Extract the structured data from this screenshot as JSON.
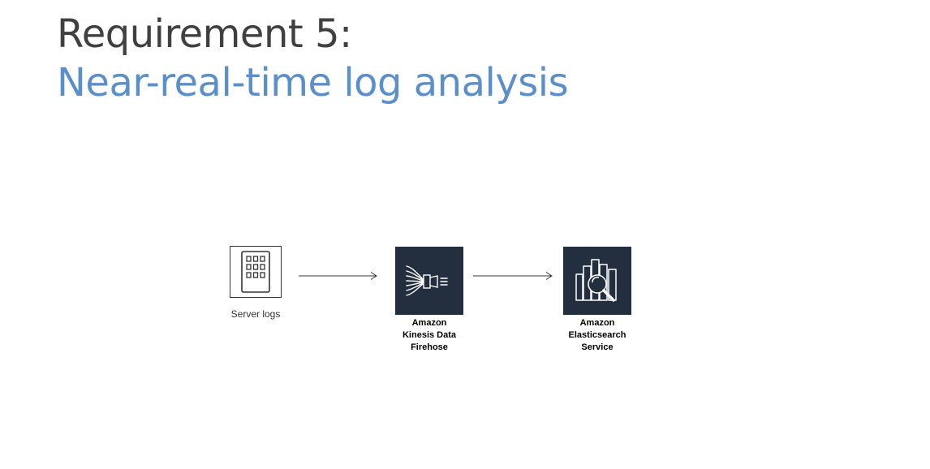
{
  "slide": {
    "title_line1": "Requirement 5:",
    "title_line2": "Near-real-time log analysis",
    "title_line2_color": "#5b8fc9"
  },
  "diagram": {
    "nodes": [
      {
        "id": "server-logs",
        "icon": "server-icon",
        "label_lines": [
          "Server logs"
        ]
      },
      {
        "id": "kinesis-firehose",
        "icon": "kinesis-firehose-icon",
        "label_lines": [
          "Amazon",
          "Kinesis Data",
          "Firehose"
        ],
        "fill": "#232f3e"
      },
      {
        "id": "elasticsearch",
        "icon": "elasticsearch-icon",
        "label_lines": [
          "Amazon",
          "Elasticsearch",
          "Service"
        ],
        "fill": "#232f3e"
      }
    ],
    "edges": [
      {
        "from": "server-logs",
        "to": "kinesis-firehose"
      },
      {
        "from": "kinesis-firehose",
        "to": "elasticsearch"
      }
    ]
  }
}
